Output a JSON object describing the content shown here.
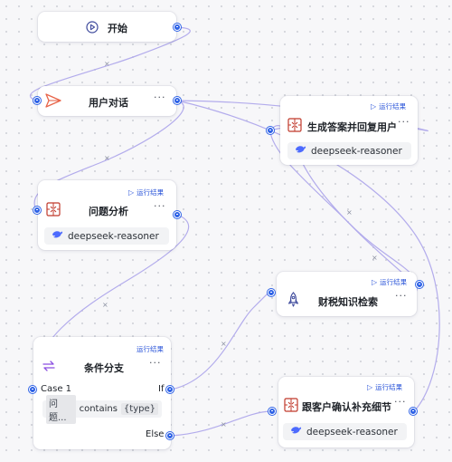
{
  "nodes": {
    "start": {
      "title": "开始"
    },
    "user_dialog": {
      "title": "用户对话",
      "more": "···"
    },
    "generate_answer": {
      "title": "生成答案并回复用户",
      "run": "运行结果",
      "more": "···",
      "model": "deepseek-reasoner"
    },
    "problem_analysis": {
      "title": "问题分析",
      "run": "运行结果",
      "more": "···",
      "model": "deepseek-reasoner"
    },
    "tax_search": {
      "title": "财税知识检索",
      "run": "运行结果",
      "more": "···"
    },
    "branch": {
      "title": "条件分支",
      "run": "运行结果",
      "more": "···",
      "case_label": "Case 1",
      "if_label": "If",
      "else_label": "Else",
      "condition": {
        "field": "问题...",
        "operator": "contains",
        "value": "{type}"
      }
    },
    "confirm_details": {
      "title": "跟客户确认补充细节",
      "run": "运行结果",
      "more": "···",
      "model": "deepseek-reasoner"
    }
  },
  "edge_marker": "×",
  "colors": {
    "edge": "#b3acec",
    "port": "#2e62e6",
    "run_link": "#2b55d9",
    "send_icon": "#e8654a",
    "condition_icon": "#8a4de0"
  }
}
